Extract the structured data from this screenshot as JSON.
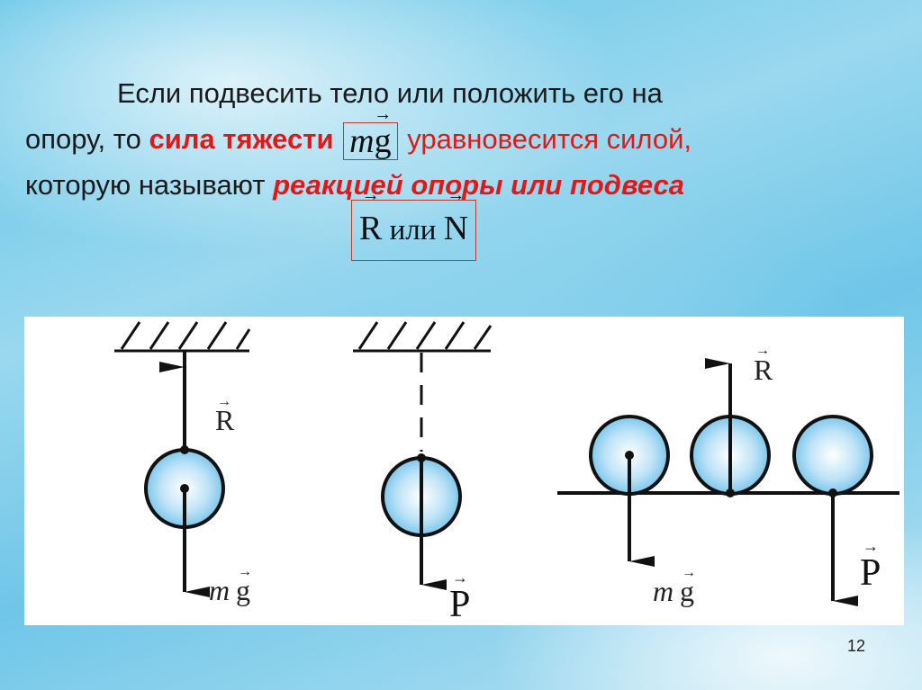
{
  "slide": {
    "line1": "Если подвесить тело или положить его на",
    "line2_prefix": "опору, то ",
    "gravity_term": "сила тяжести",
    "mg_m": "m",
    "mg_g": "g",
    "line2_suffix": "уравновесится силой,",
    "line3_prefix": "которую называют ",
    "reaction_term": "реакцией опоры или подвеса",
    "formula_R": "R",
    "formula_or": " или ",
    "formula_N": "N",
    "page_number": "12"
  },
  "diagram": {
    "label_R1": "R",
    "label_mg1_m": "m",
    "label_mg1_g": "g",
    "label_P1": "P",
    "label_R2": "R",
    "label_mg2_m": "m",
    "label_mg2_g": "g",
    "label_P2": "P"
  },
  "colors": {
    "accent_red": "#e01818",
    "ball_fill": "#8ecdf0",
    "ball_edge": "#111111"
  }
}
